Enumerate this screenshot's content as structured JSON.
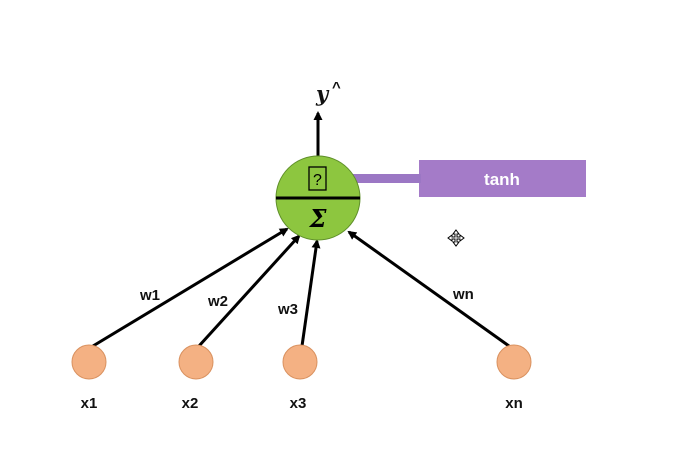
{
  "output": {
    "label": "y",
    "hat": "^"
  },
  "neuron": {
    "activation_symbol": "?",
    "sum_symbol": "Σ",
    "fill": "#8dc63f"
  },
  "activation_box": {
    "label": "tanh",
    "fill": "#a47bc8",
    "arrow_color": "#9b77c4"
  },
  "inputs": [
    {
      "node": "x1",
      "weight": "w1"
    },
    {
      "node": "x2",
      "weight": "w2"
    },
    {
      "node": "x3",
      "weight": "w3"
    },
    {
      "node": "xn",
      "weight": "wn"
    }
  ],
  "colors": {
    "input_node": "#f4b183",
    "input_stroke": "#d9915f",
    "edge": "#000000"
  },
  "cursor": {
    "icon": "move-cursor-icon"
  }
}
